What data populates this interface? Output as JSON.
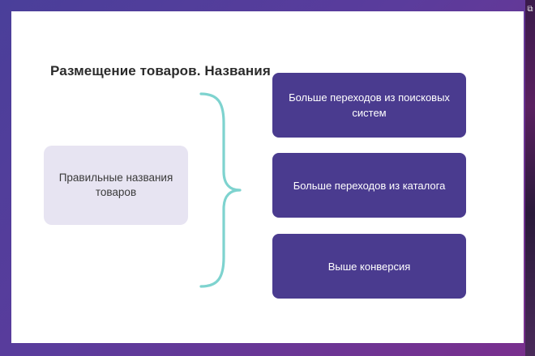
{
  "slide": {
    "title": "Размещение товаров. Названия",
    "source": {
      "text": "Правильные названия товаров"
    },
    "results": [
      {
        "text": "Больше переходов из поисковых систем"
      },
      {
        "text": "Больше переходов из каталога"
      },
      {
        "text": "Выше конверсия"
      }
    ]
  },
  "colors": {
    "background_gradient_start": "#4a3f9a",
    "background_gradient_end": "#7a2f8e",
    "result_box": "#4a3b8f",
    "source_box": "#e7e4f2",
    "brace": "#7ed3cf"
  },
  "icons": {
    "corner": "copy-icon",
    "connector": "curly-brace"
  }
}
